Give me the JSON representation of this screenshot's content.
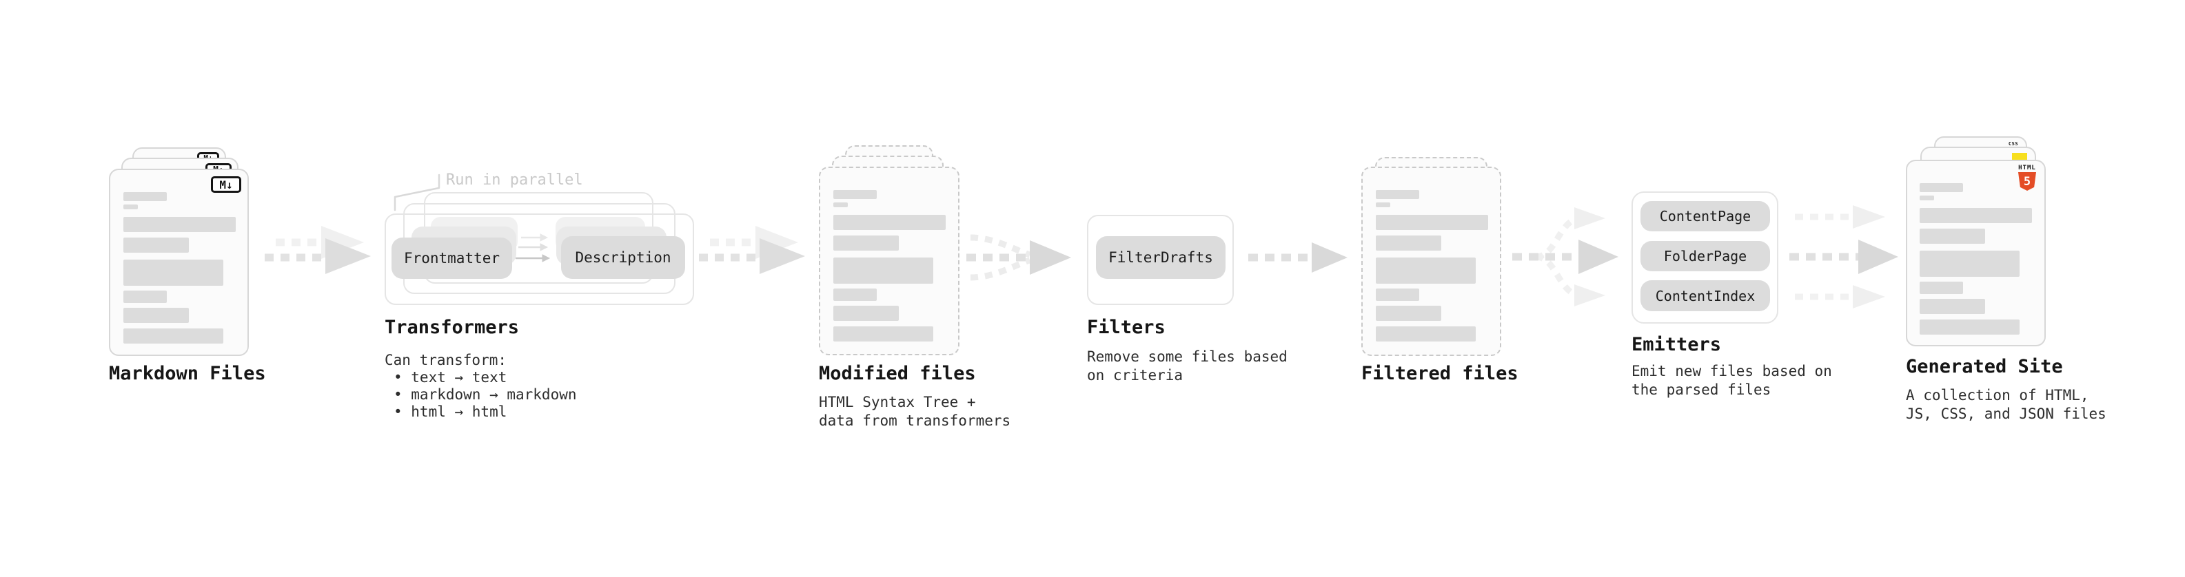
{
  "diagram": {
    "markdown_files": {
      "title": "Markdown Files",
      "badge": "M↓"
    },
    "transformers": {
      "title": "Transformers",
      "annotation": "Run in parallel",
      "input_pill": "Frontmatter",
      "output_pill": "Description",
      "desc_heading": "Can transform:",
      "bullets": [
        "• text → text",
        "• markdown → markdown",
        "• html → html"
      ]
    },
    "modified_files": {
      "title": "Modified files",
      "subtitle": [
        "HTML Syntax Tree +",
        "data from transformers"
      ]
    },
    "filters": {
      "title": "Filters",
      "pill": "FilterDrafts",
      "subtitle": [
        "Remove some files based",
        "on criteria"
      ]
    },
    "filtered_files": {
      "title": "Filtered files"
    },
    "emitters": {
      "title": "Emitters",
      "pills": [
        "ContentPage",
        "FolderPage",
        "ContentIndex"
      ],
      "subtitle": [
        "Emit new files based on",
        "the parsed files"
      ]
    },
    "generated_site": {
      "title": "Generated Site",
      "subtitle": [
        "A collection of HTML,",
        "JS, CSS, and JSON files"
      ],
      "badges": {
        "css_label": "CSS",
        "html_label": "HTML",
        "html_number": "5"
      }
    }
  },
  "colors": {
    "background": "#ffffff",
    "card_fill": "#fbfbfb",
    "card_border": "#d7d7d7",
    "dashed_border": "#c9c9c9",
    "placeholder_bar": "#dcdcdc",
    "pill_fill": "#dcdcdc",
    "frame_border": "#e5e5e5",
    "arrow_dash": "#e2e2e2",
    "arrow_head": "#dddddd",
    "arrow_light": "#f0f0f0",
    "annotation_gray": "#c9c9c9",
    "markdown_badge_black": "#141414",
    "html5_orange": "#e44d26",
    "js_yellow": "#f7df1e",
    "css_blue": "#2965f1"
  }
}
